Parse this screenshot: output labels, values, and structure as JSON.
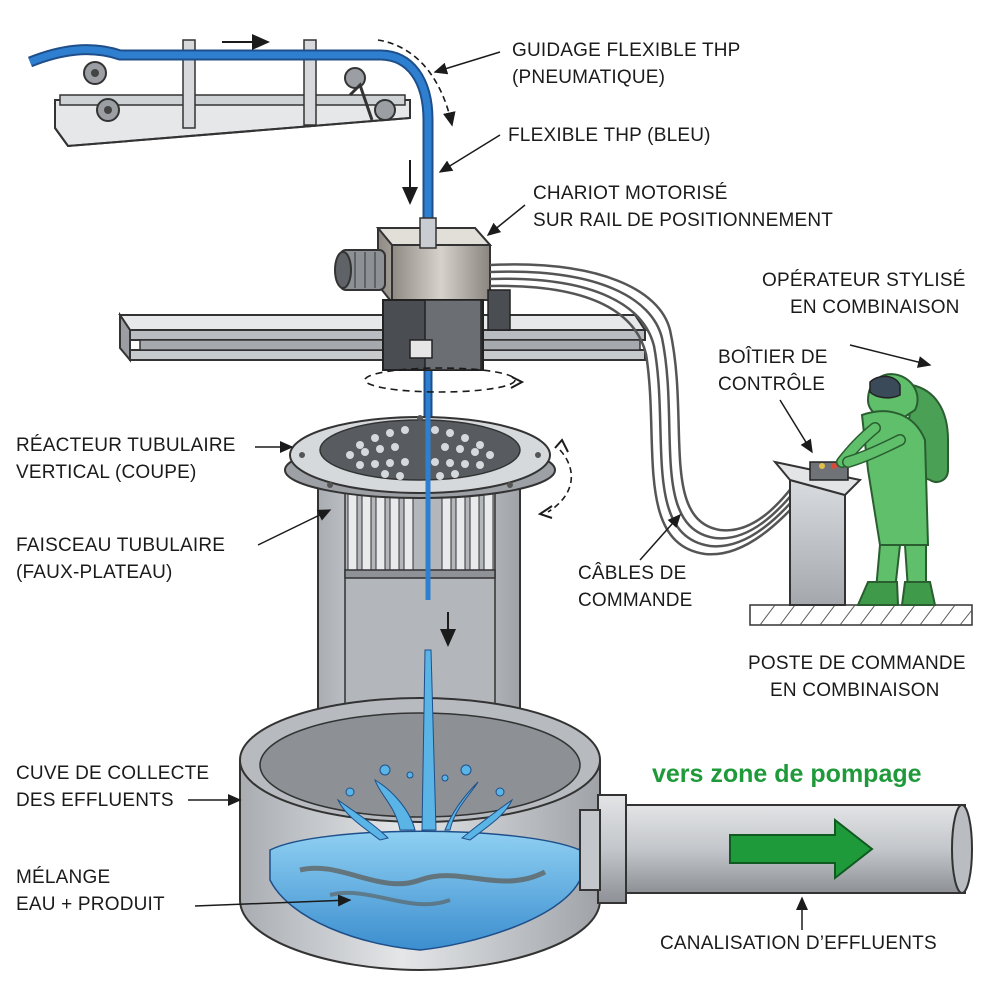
{
  "labels": {
    "guidage_1": "GUIDAGE FLEXIBLE THP",
    "guidage_2": "(PNEUMATIQUE)",
    "flexible": "FLEXIBLE THP (BLEU)",
    "chariot_1": "CHARIOT MOTORISÉ",
    "chariot_2": "SUR RAIL DE POSITIONNEMENT",
    "operateur_1": "OPÉRATEUR STYLISÉ",
    "operateur_2": "EN COMBINAISON",
    "boitier_1": "BOÎTIER DE",
    "boitier_2": "CONTRÔLE",
    "reacteur_1": "RÉACTEUR TUBULAIRE",
    "reacteur_2": "VERTICAL (COUPE)",
    "faisceau_1": "FAISCEAU TUBULAIRE",
    "faisceau_2": "(FAUX-PLATEAU)",
    "cables_1": "CÂBLES DE",
    "cables_2": "COMMANDE",
    "poste_1": "POSTE DE COMMANDE",
    "poste_2": "EN COMBINAISON",
    "cuve_1": "CUVE DE COLLECTE",
    "cuve_2": "DES EFFLUENTS",
    "melange_1": "MÉLANGE",
    "melange_2": "EAU + PRODUIT",
    "pompage": "vers zone de pompage",
    "canalisation": "CANALISATION D’EFFLUENTS"
  },
  "colors": {
    "hose_blue": "#2f7fd0",
    "water_blue": "#5ab4e6",
    "suit_green": "#5fbf6a",
    "arrow_green": "#1f9a3a",
    "steel": "#c9ccd0"
  }
}
